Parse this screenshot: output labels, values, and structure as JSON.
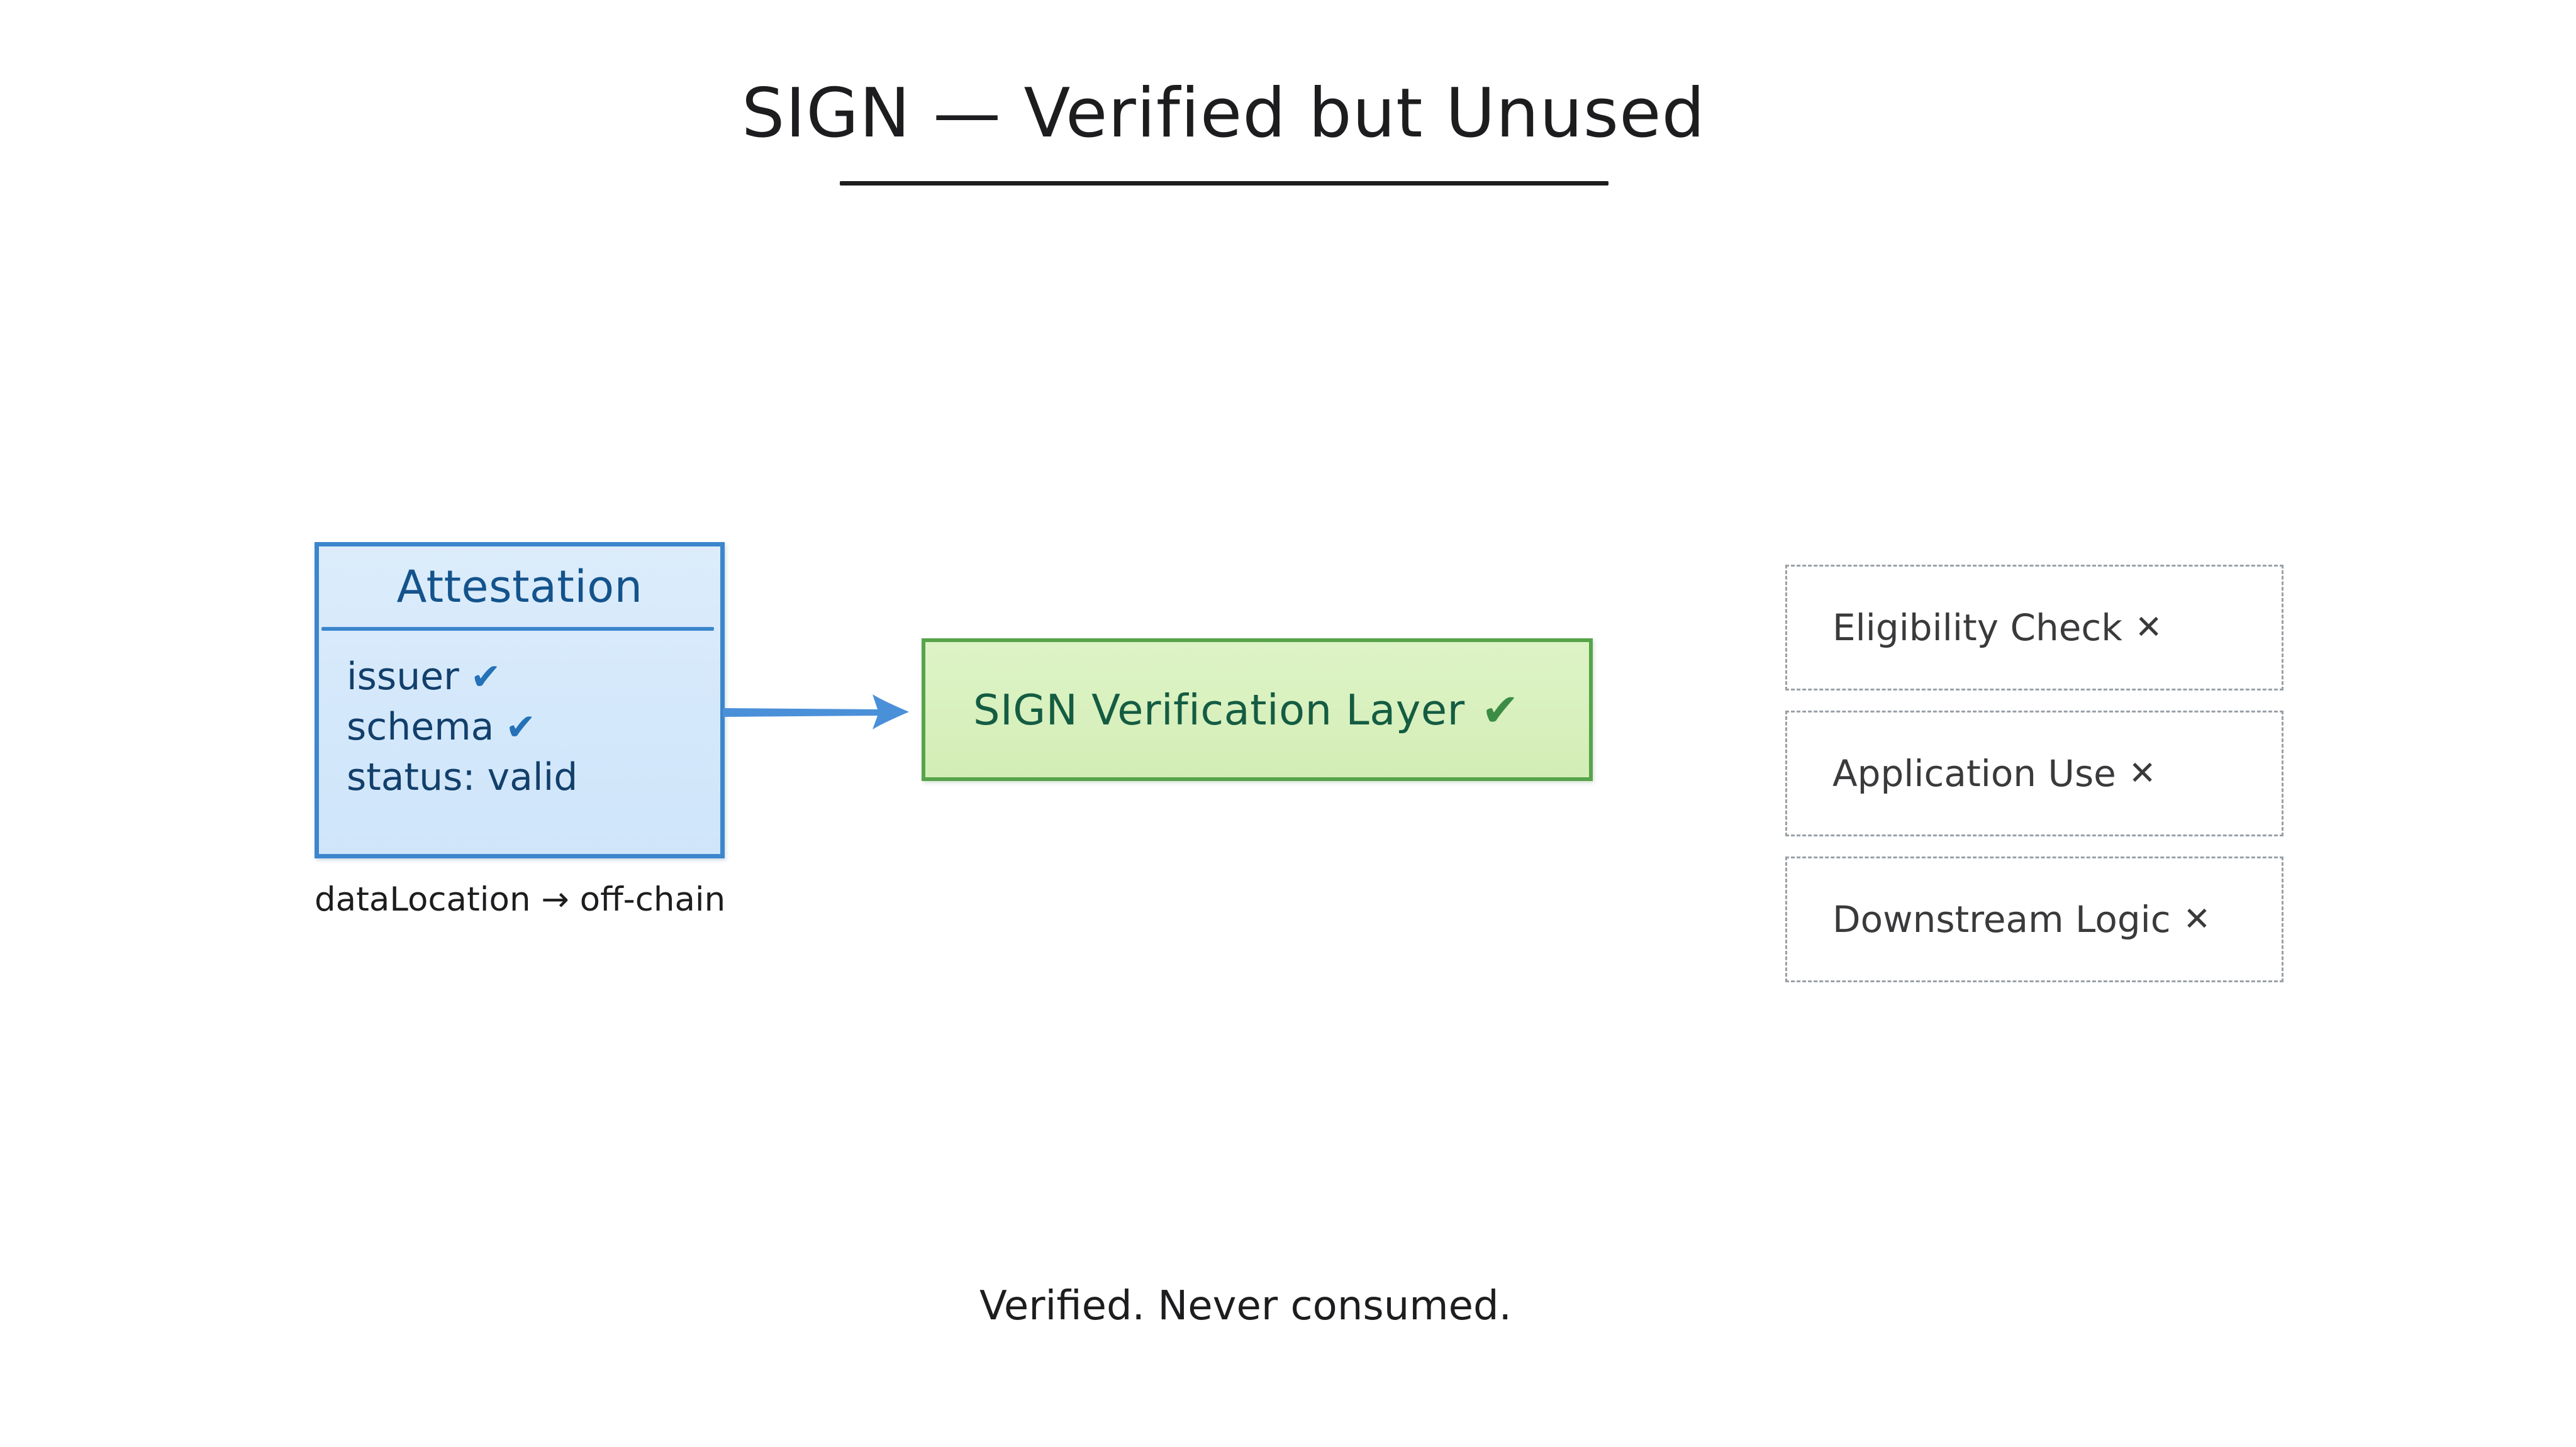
{
  "title": {
    "text": "SIGN — Verified but Unused"
  },
  "attestation": {
    "heading": "Attestation",
    "fields": [
      {
        "label": "issuer",
        "mark": "✔"
      },
      {
        "label": "schema",
        "mark": "✔"
      },
      {
        "label": "status: valid",
        "mark": ""
      }
    ],
    "caption": "dataLocation → off-chain"
  },
  "verification": {
    "label": "SIGN Verification Layer",
    "mark": "✔"
  },
  "unused": [
    {
      "label": "Eligibility Check",
      "mark": "✕"
    },
    {
      "label": "Application Use",
      "mark": "✕"
    },
    {
      "label": "Downstream Logic",
      "mark": "✕"
    }
  ],
  "footer": {
    "text": "Verified. Never consumed."
  },
  "colors": {
    "attestation_fill": "#d8e9fb",
    "attestation_border": "#3c86cd",
    "attestation_text": "#14538c",
    "attestation_check": "#2471b8",
    "verification_fill": "#d8f0bd",
    "verification_border": "#57a44b",
    "verification_text": "#145c42",
    "verification_check": "#3d8c46",
    "arrow": "#4a90d9",
    "unused_border": "#9aa0a6",
    "ink": "#1d1d1f"
  },
  "icons": {
    "arrow": "arrow-right-icon",
    "check": "check-icon",
    "cross": "cross-icon"
  }
}
